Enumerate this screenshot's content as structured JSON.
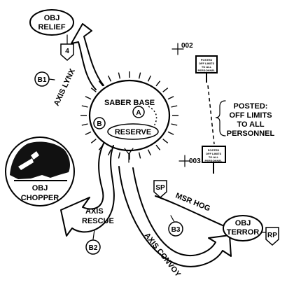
{
  "objectives": {
    "relief": {
      "line1": "OBJ",
      "line2": "RELIEF"
    },
    "chopper": {
      "line1": "OBJ",
      "line2": "CHOPPER"
    },
    "terror": {
      "line1": "OBJ",
      "line2": "TERROR"
    }
  },
  "base": {
    "name": "SABER BASE",
    "reserve": "RESERVE",
    "marker_a": "A",
    "marker_b": "B"
  },
  "axes": {
    "lynx": "AXIS LYNX",
    "rescue": {
      "line1": "AXIS",
      "line2": "RESCUE"
    },
    "convoy": "AXIS CONVOY"
  },
  "route": {
    "msr": "MSR HOG"
  },
  "markers": {
    "b1": "B1",
    "b2": "B2",
    "b3": "B3",
    "flag4": "4",
    "sp": "SP",
    "rp": "RP"
  },
  "grid_points": {
    "p002": "002",
    "p003": "003"
  },
  "signs": {
    "sign1": [
      "POSTED",
      "OFF LIMITS",
      "TO ALL",
      "PERSONNEL"
    ],
    "sign2": [
      "POSTED",
      "OFF LIMITS",
      "TO ALL",
      "PERSONNEL"
    ]
  },
  "callout": {
    "lines": [
      "POSTED:",
      "OFF LIMITS",
      "TO ALL",
      "PERSONNEL"
    ]
  }
}
